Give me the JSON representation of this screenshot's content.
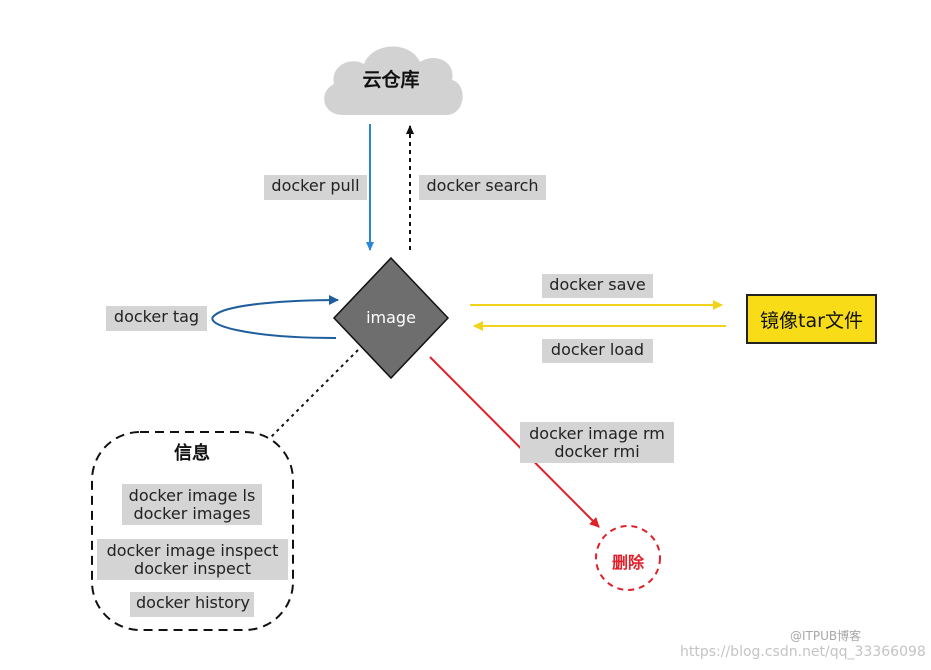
{
  "nodes": {
    "cloud": "云仓库",
    "image": "image",
    "tar_file": "镜像tar文件",
    "info": "信息",
    "delete": "删除"
  },
  "edges": {
    "pull": "docker pull",
    "search": "docker search",
    "tag": "docker tag",
    "save": "docker save",
    "load": "docker load",
    "rm_line1": "docker image rm",
    "rm_line2": "docker rmi"
  },
  "info_commands": {
    "ls_line1": "docker image ls",
    "ls_line2": "docker images",
    "inspect_line1": "docker image inspect",
    "inspect_line2": "docker inspect",
    "history": "docker history"
  },
  "watermark": {
    "line1": "@ITPUB博客",
    "line2": "https://blog.csdn.net/qq_33366098"
  },
  "colors": {
    "pull_arrow": "#2a86d6",
    "tag_arrow": "#1f5e9c",
    "save_load_arrow": "#f2d21a",
    "delete_arrow": "#e0202a",
    "diamond": "#6e6e6e",
    "cloud": "#d2d2d2",
    "label_bg": "#d4d4d4",
    "tar_box": "#f7dc17"
  }
}
